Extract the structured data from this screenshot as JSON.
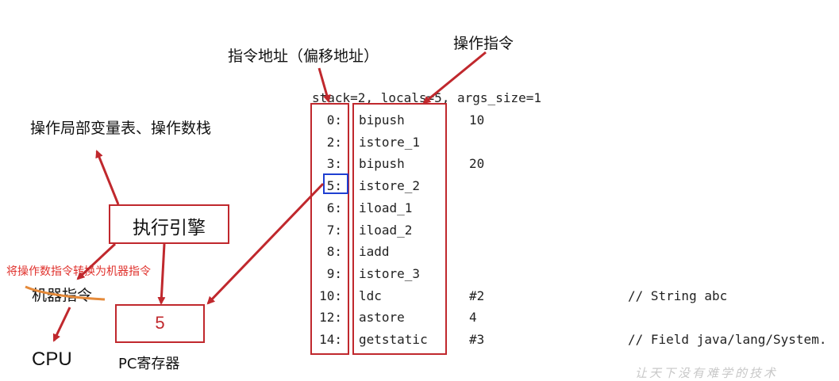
{
  "labels": {
    "pc_address": "指令地址（偏移地址）",
    "opcode": "操作指令",
    "engine_ops": "操作局部变量表、操作数栈",
    "engine": "执行引擎",
    "convert_note": "将操作数指令转换为机器指令",
    "machine_code": "机器指令",
    "cpu": "CPU",
    "pc_value": "5",
    "pc_register": "PC寄存器",
    "watermark": "让天下没有难学的技术"
  },
  "code": {
    "header": "stack=2, locals=5, args_size=1",
    "lines": [
      {
        "offset": "0:",
        "instr": "bipush",
        "operand": "10",
        "comment": ""
      },
      {
        "offset": "2:",
        "instr": "istore_1",
        "operand": "",
        "comment": ""
      },
      {
        "offset": "3:",
        "instr": "bipush",
        "operand": "20",
        "comment": ""
      },
      {
        "offset": "5:",
        "instr": "istore_2",
        "operand": "",
        "comment": ""
      },
      {
        "offset": "6:",
        "instr": "iload_1",
        "operand": "",
        "comment": ""
      },
      {
        "offset": "7:",
        "instr": "iload_2",
        "operand": "",
        "comment": ""
      },
      {
        "offset": "8:",
        "instr": "iadd",
        "operand": "",
        "comment": ""
      },
      {
        "offset": "9:",
        "instr": "istore_3",
        "operand": "",
        "comment": ""
      },
      {
        "offset": "10:",
        "instr": "ldc",
        "operand": "#2",
        "comment": "// String abc"
      },
      {
        "offset": "12:",
        "instr": "astore",
        "operand": "4",
        "comment": ""
      },
      {
        "offset": "14:",
        "instr": "getstatic",
        "operand": "#3",
        "comment": "// Field java/lang/System."
      }
    ]
  },
  "colors": {
    "arrow": "#c0282d",
    "box": "#c0282d",
    "highlight": "#1f3fd1",
    "note": "#e0322d",
    "strike": "#e58a3a"
  }
}
